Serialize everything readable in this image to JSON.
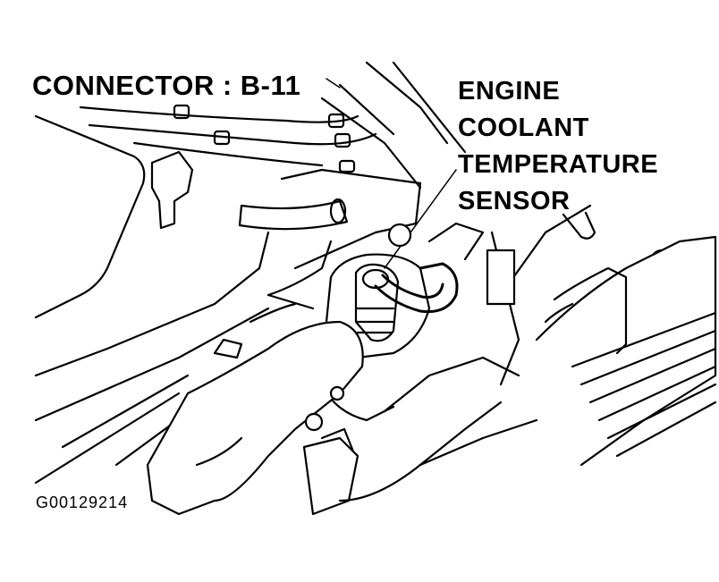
{
  "labels": {
    "connector": "CONNECTOR : B-11",
    "sensor_lines": [
      "ENGINE",
      "COOLANT",
      "TEMPERATURE",
      "SENSOR"
    ],
    "figure_id": "G00129214"
  }
}
